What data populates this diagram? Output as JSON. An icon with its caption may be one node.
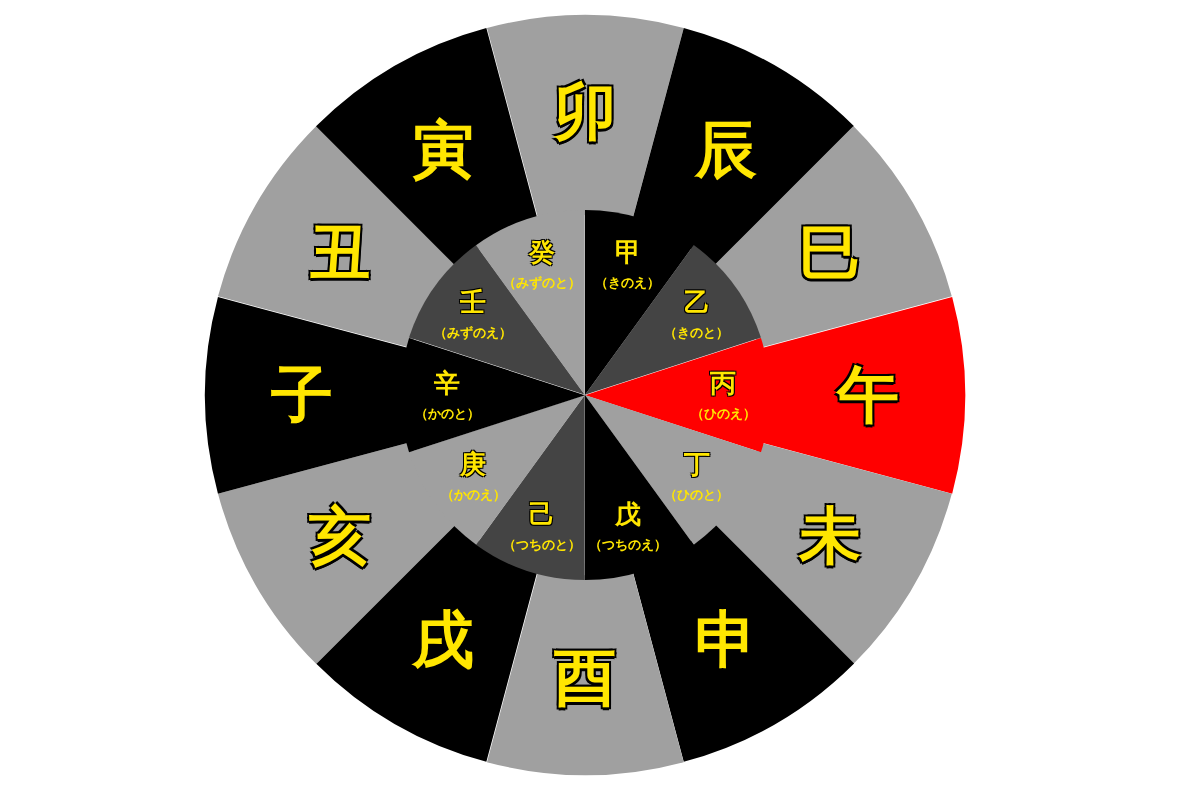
{
  "diagram": {
    "nodes": [
      {
        "text": [
          "卯"
        ]
      },
      {
        "text": [
          "辰"
        ]
      },
      {
        "text": [
          "巳"
        ]
      },
      {
        "text": [
          "午"
        ]
      },
      {
        "text": [
          "未"
        ]
      },
      {
        "text": [
          "申"
        ]
      },
      {
        "text": [
          "酉"
        ]
      },
      {
        "text": [
          "戌"
        ]
      },
      {
        "text": [
          "亥"
        ]
      },
      {
        "text": [
          "子"
        ]
      },
      {
        "text": [
          "丑"
        ]
      },
      {
        "text": [
          "寅"
        ]
      },
      {
        "text": [
          "甲",
          "（きのえ）"
        ]
      },
      {
        "text": [
          "乙",
          "（きのと）"
        ]
      },
      {
        "text": [
          "丙",
          "（ひのえ）"
        ]
      },
      {
        "text": [
          "丁",
          "（ひのと）"
        ]
      },
      {
        "text": [
          "戊",
          "（つちのえ）"
        ]
      },
      {
        "text": [
          "己",
          "（つちのと）"
        ]
      },
      {
        "text": [
          "庚",
          "（かのえ）"
        ]
      },
      {
        "text": [
          "辛",
          "（かのと）"
        ]
      },
      {
        "text": [
          "壬",
          "（みずのえ）"
        ]
      },
      {
        "text": [
          "癸",
          "（みずのと）"
        ]
      }
    ]
  }
}
